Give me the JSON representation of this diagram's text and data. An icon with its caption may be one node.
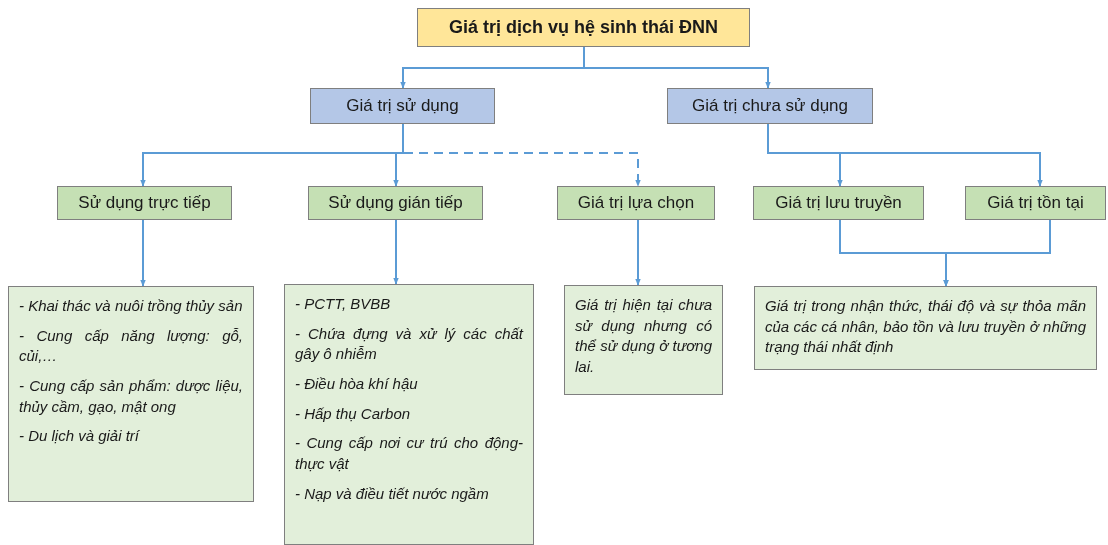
{
  "diagram": {
    "nodes": [
      {
        "text": [
          "Giá trị dịch vụ hệ sinh thái ĐNN"
        ]
      },
      {
        "text": [
          "Giá trị sử dụng"
        ]
      },
      {
        "text": [
          "Giá trị chưa sử dụng"
        ]
      },
      {
        "text": [
          "Sử dụng trực tiếp"
        ]
      },
      {
        "text": [
          "Sử dụng gián tiếp"
        ]
      },
      {
        "text": [
          "Giá trị lựa chọn"
        ]
      },
      {
        "text": [
          "Giá trị lưu truyền"
        ]
      },
      {
        "text": [
          "Giá trị tồn tại"
        ]
      },
      {
        "text": [
          "- Khai thác và nuôi trồng thủy sản",
          "- Cung cấp năng lượng: gỗ, củi,…",
          "- Cung cấp sản phẩm: dược liệu, thủy cầm, gạo, mật ong",
          "- Du lịch và giải trí"
        ]
      },
      {
        "text": [
          "- PCTT, BVBB",
          "- Chứa đựng và xử lý các chất gây ô nhiễm",
          "- Điều hòa khí hậu",
          "- Hấp thụ Carbon",
          "- Cung cấp nơi cư trú cho động-thực vật",
          "- Nạp và điều tiết nước ngầm"
        ]
      },
      {
        "text": [
          "Giá trị hiện tại chưa sử dụng nhưng có thể sử dụng ở tương lai."
        ]
      },
      {
        "text": [
          "Giá trị trong nhận thức, thái độ và sự thỏa mãn của các cá nhân, bảo tồn và lưu truyền ở những trạng thái nhất định"
        ]
      }
    ],
    "edges": [
      {
        "from": 0,
        "to": 1,
        "arrow": "to"
      },
      {
        "from": 0,
        "to": 2,
        "arrow": "to"
      },
      {
        "from": 1,
        "to": 3,
        "arrow": "to"
      },
      {
        "from": 1,
        "to": 4,
        "arrow": "to"
      },
      {
        "from": 1,
        "to": 5,
        "arrow": "to",
        "style": "dashed"
      },
      {
        "from": 2,
        "to": 6,
        "arrow": "to"
      },
      {
        "from": 2,
        "to": 7,
        "arrow": "to"
      },
      {
        "from": 3,
        "to": 8,
        "arrow": "to"
      },
      {
        "from": 4,
        "to": 9,
        "arrow": "to"
      },
      {
        "from": 5,
        "to": 10,
        "arrow": "to"
      },
      {
        "from": 6,
        "to": 11,
        "arrow": "to"
      },
      {
        "from": 7,
        "to": 11,
        "arrow": "to"
      }
    ]
  }
}
